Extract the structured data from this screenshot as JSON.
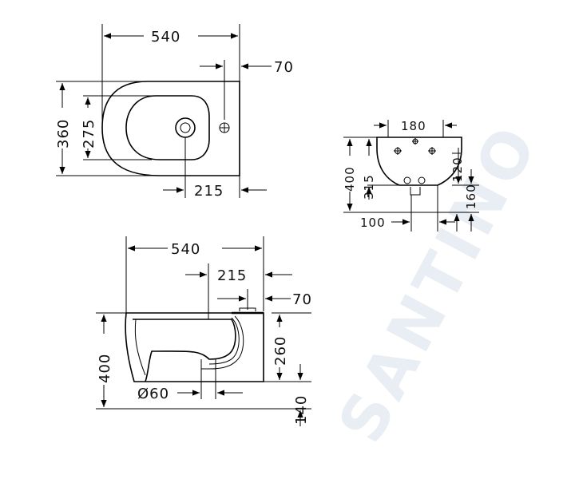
{
  "watermark": "SANTINO",
  "top_view": {
    "width_label": "540",
    "offset_label": "70",
    "depth_outer_label": "360",
    "depth_inner_label": "275",
    "tap_label": "215"
  },
  "front_view": {
    "top_label": "180",
    "height_label": "400",
    "height_inner_label": "315",
    "upper_label": "120",
    "lower_label": "160",
    "bottom_label": "100"
  },
  "side_view": {
    "width_label": "540",
    "tap_label": "215",
    "offset_label": "70",
    "height_label": "400",
    "rim_label": "260",
    "base_label": "140",
    "drain_label": "Ø60"
  }
}
